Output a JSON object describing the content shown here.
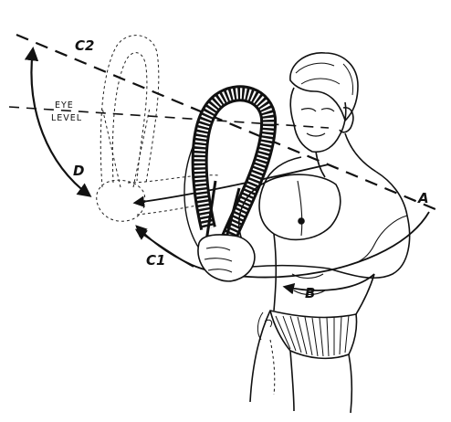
{
  "labels": {
    "c2": "C2",
    "eye_line1": "EYE",
    "eye_line2": "LEVEL",
    "d": "D",
    "a": "A",
    "c1": "C1",
    "b": "B"
  },
  "colors": {
    "ink": "#111111",
    "paper": "#ffffff"
  }
}
